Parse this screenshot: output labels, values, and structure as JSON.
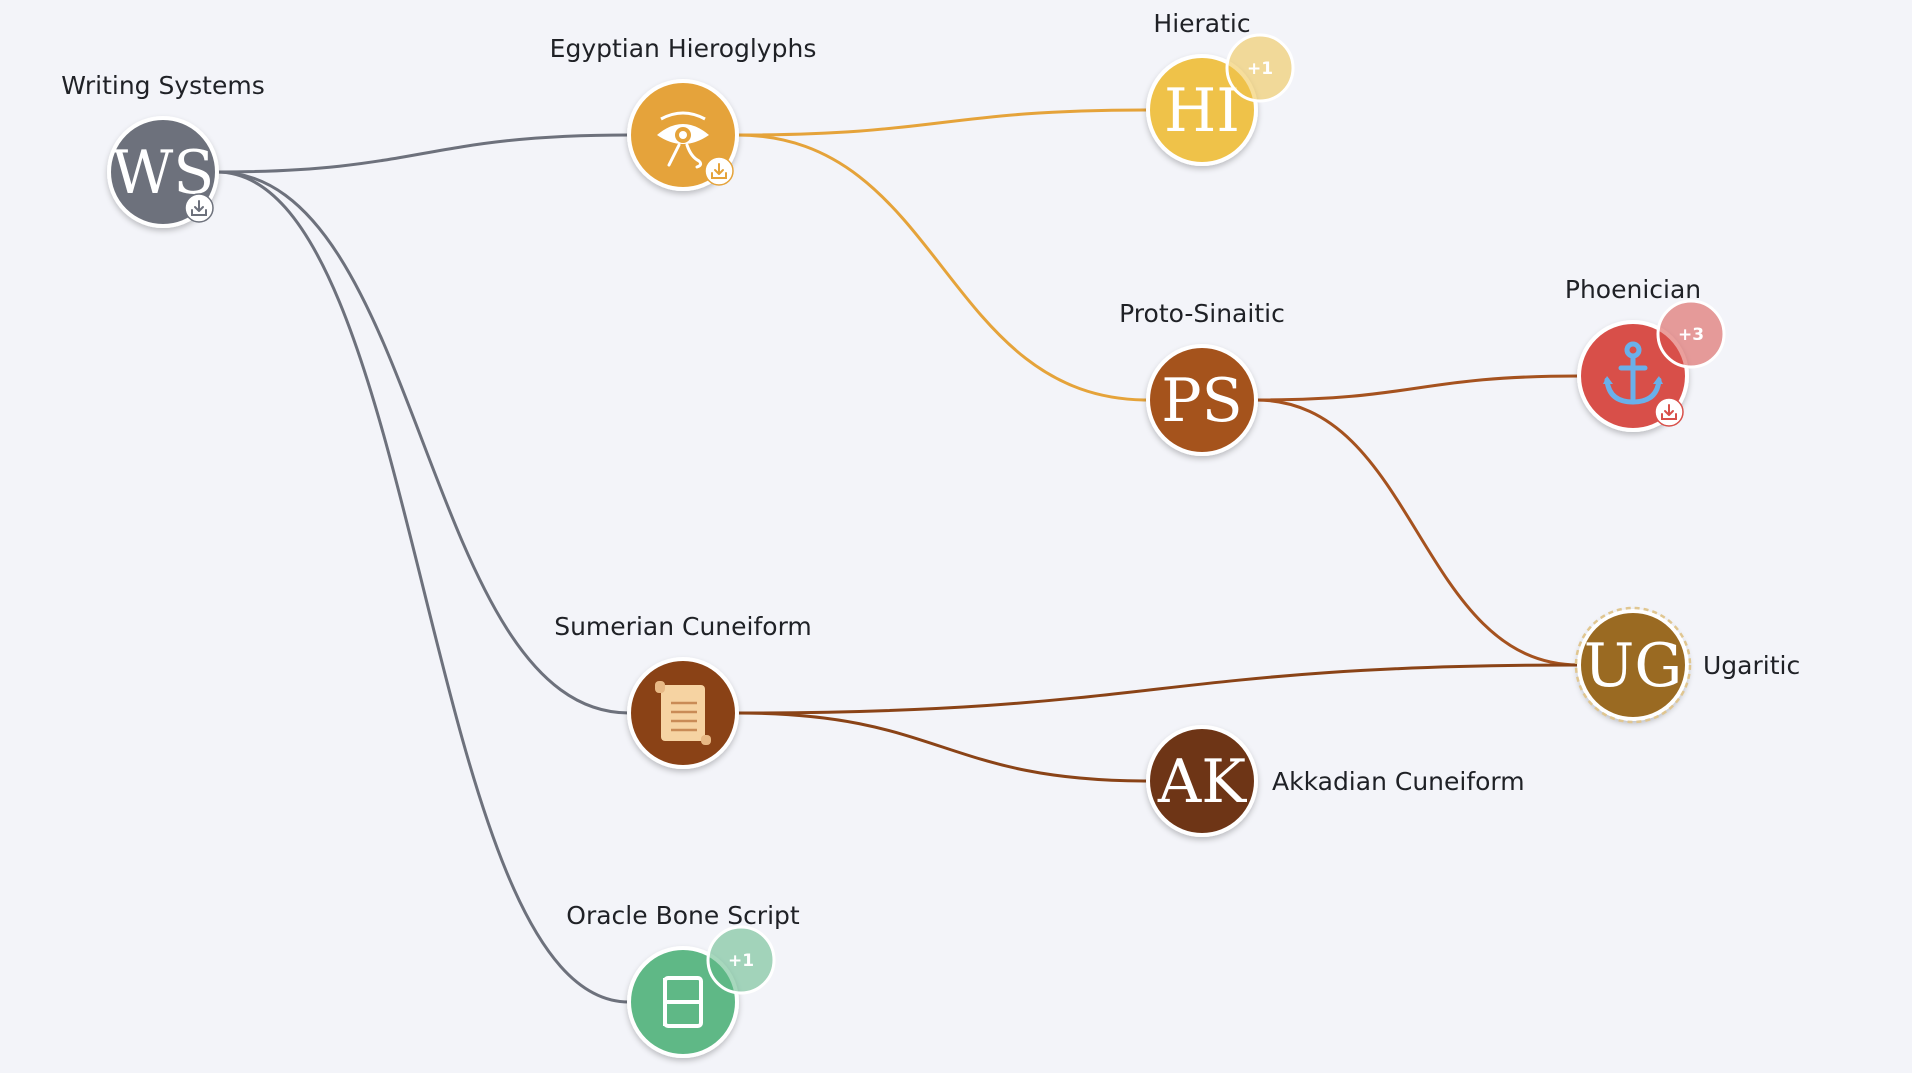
{
  "nodes": [
    {
      "id": "ws",
      "label": "Writing Systems",
      "initials": "WS",
      "color": "#6d717c",
      "label_pos": "top",
      "download": true,
      "badge": null,
      "icon": null
    },
    {
      "id": "eh",
      "label": "Egyptian Hieroglyphs",
      "initials": "",
      "color": "#e5a33a",
      "label_pos": "top",
      "download": true,
      "badge": null,
      "icon": "eye-icon"
    },
    {
      "id": "hi",
      "label": "Hieratic",
      "initials": "HI",
      "color": "#efc24a",
      "label_pos": "top",
      "download": false,
      "badge": "+1",
      "icon": null
    },
    {
      "id": "ps",
      "label": "Proto-Sinaitic",
      "initials": "PS",
      "color": "#a5521f",
      "label_pos": "top",
      "download": false,
      "badge": null,
      "icon": null
    },
    {
      "id": "ph",
      "label": "Phoenician",
      "initials": "",
      "color": "#d8504a",
      "label_pos": "top",
      "download": true,
      "badge": "+3",
      "icon": "anchor-icon"
    },
    {
      "id": "sc",
      "label": "Sumerian Cuneiform",
      "initials": "",
      "color": "#8a4317",
      "label_pos": "top",
      "download": false,
      "badge": null,
      "icon": "scroll-icon"
    },
    {
      "id": "ug",
      "label": "Ugaritic",
      "initials": "UG",
      "color": "#9a6a20",
      "label_pos": "right",
      "download": false,
      "badge": null,
      "icon": null,
      "dashed_ring": true
    },
    {
      "id": "ak",
      "label": "Akkadian Cuneiform",
      "initials": "AK",
      "color": "#6e3618",
      "label_pos": "right",
      "download": false,
      "badge": null,
      "icon": null
    },
    {
      "id": "ob",
      "label": "Oracle Bone Script",
      "initials": "",
      "color": "#5fb886",
      "label_pos": "top",
      "download": false,
      "badge": "+1",
      "icon": "oracle-glyph-icon"
    }
  ],
  "edges": [
    {
      "from": "ws",
      "to": "eh",
      "color": "#6d717c"
    },
    {
      "from": "ws",
      "to": "sc",
      "color": "#6d717c"
    },
    {
      "from": "ws",
      "to": "ob",
      "color": "#6d717c"
    },
    {
      "from": "eh",
      "to": "hi",
      "color": "#e5a33a"
    },
    {
      "from": "eh",
      "to": "ps",
      "color": "#e5a33a"
    },
    {
      "from": "ps",
      "to": "ph",
      "color": "#a5521f"
    },
    {
      "from": "ps",
      "to": "ug",
      "color": "#a5521f"
    },
    {
      "from": "sc",
      "to": "ug",
      "color": "#8a4317"
    },
    {
      "from": "sc",
      "to": "ak",
      "color": "#8a4317"
    }
  ],
  "icons": {
    "download": "download-icon"
  }
}
